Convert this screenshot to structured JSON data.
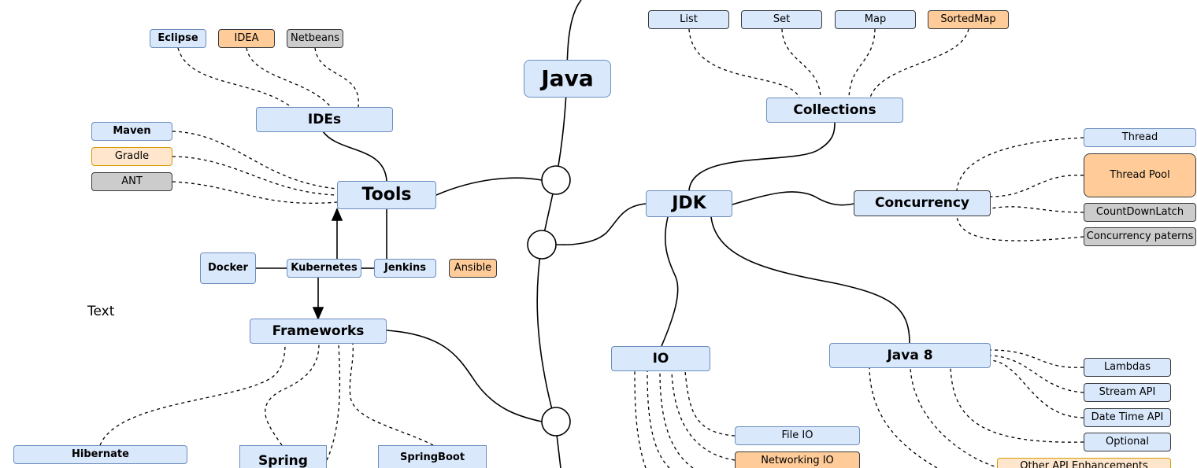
{
  "diagram": {
    "nodes": {
      "java": "Java",
      "tools": "Tools",
      "ides": "IDEs",
      "eclipse": "Eclipse",
      "idea": "IDEA",
      "netbeans": "Netbeans",
      "maven": "Maven",
      "gradle": "Gradle",
      "ant": "ANT",
      "docker": "Docker",
      "kubernetes": "Kubernetes",
      "jenkins": "Jenkins",
      "ansible": "Ansible",
      "frameworks": "Frameworks",
      "hibernate": "Hibernate",
      "spring": "Spring",
      "springboot": "SpringBoot",
      "jdk": "JDK",
      "collections": "Collections",
      "list": "List",
      "set": "Set",
      "map": "Map",
      "sortedmap": "SortedMap",
      "concurrency": "Concurrency",
      "thread": "Thread",
      "threadpool": "Thread Pool",
      "countdownlatch": "CountDownLatch",
      "concurrency_patterns": "Concurrency paterns",
      "io": "IO",
      "file_io": "File IO",
      "networking_io": "Networking IO",
      "java8": "Java 8",
      "lambdas": "Lambdas",
      "stream_api": "Stream API",
      "date_time_api": "Date Time API",
      "optional": "Optional",
      "other_api": "Other API Enhancements"
    },
    "free_text": "Text",
    "colors": {
      "blue_fill": "#dae8fc",
      "blue_stroke": "#6c8ebf",
      "orange_fill": "#ffcc99",
      "peach_fill": "#ffe6cc",
      "peach_stroke": "#d79b00",
      "gray_fill": "#cccccc",
      "dark_stroke": "#36393d"
    }
  }
}
